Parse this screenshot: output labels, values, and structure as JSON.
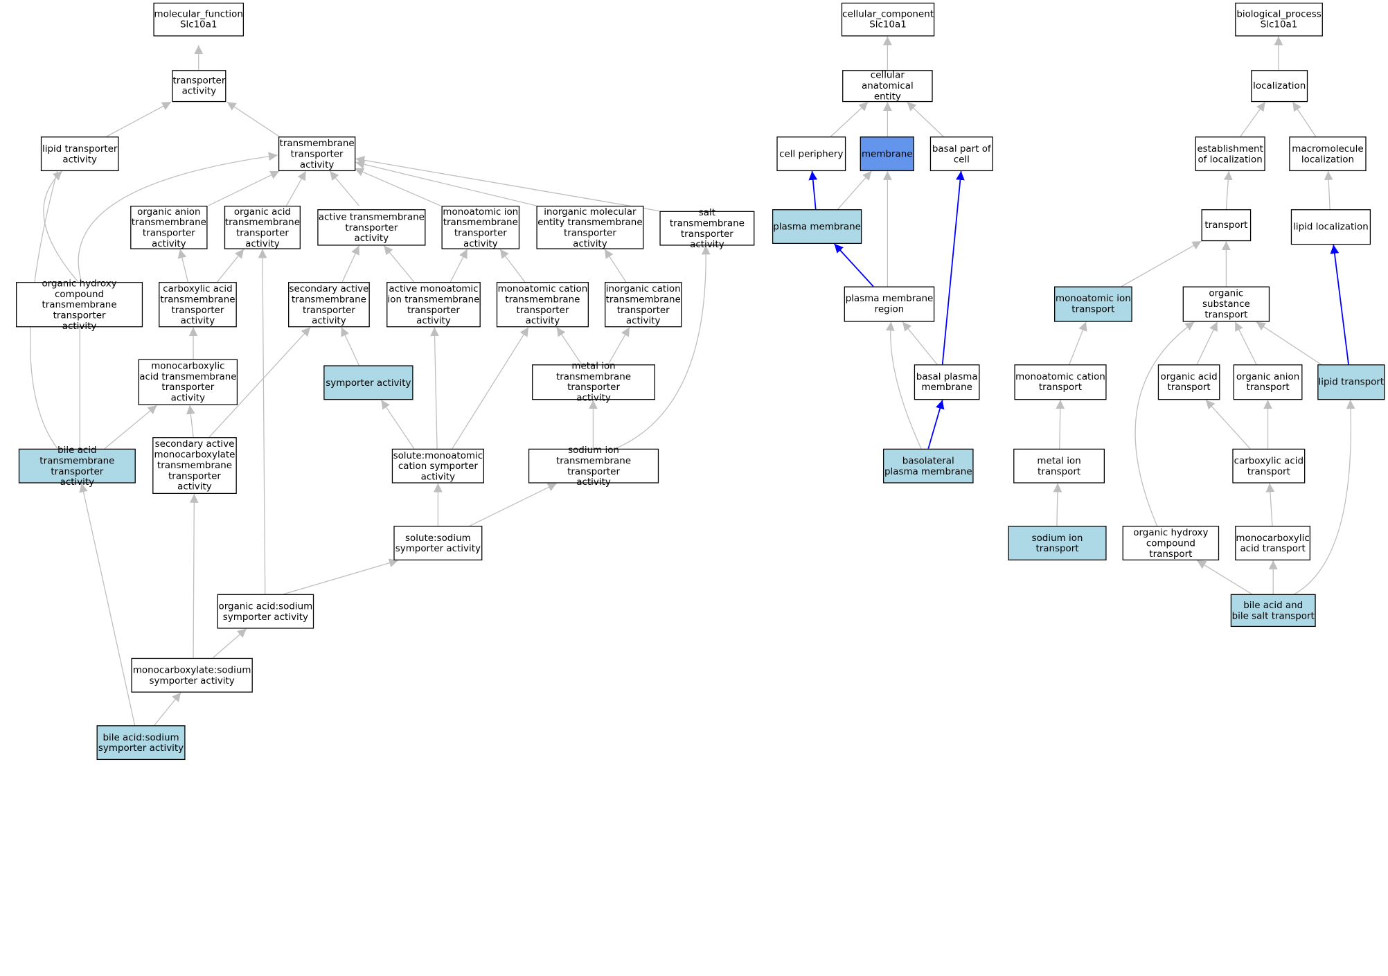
{
  "colors": {
    "default_fill": "#ffffff",
    "highlight_fill": "#add8e6",
    "selected_fill": "#6495ed",
    "edge": "#bebebe",
    "path_edge": "#0000ff",
    "border": "#000000"
  },
  "nodes": {
    "mf_root": {
      "label": "molecular_function\nSlc10a1"
    },
    "transporter_activity": {
      "label": "transporter\nactivity"
    },
    "lipid_transporter_activity": {
      "label": "lipid transporter\nactivity"
    },
    "tm_transporter_activity": {
      "label": "transmembrane\ntransporter\nactivity"
    },
    "organic_anion_tm": {
      "label": "organic anion\ntransmembrane\ntransporter\nactivity"
    },
    "organic_acid_tm": {
      "label": "organic acid\ntransmembrane\ntransporter\nactivity"
    },
    "active_tm": {
      "label": "active transmembrane\ntransporter\nactivity"
    },
    "monoatomic_ion_tm": {
      "label": "monoatomic ion\ntransmembrane\ntransporter\nactivity"
    },
    "inorganic_molecular_tm": {
      "label": "inorganic molecular\nentity transmembrane\ntransporter\nactivity"
    },
    "salt_tm": {
      "label": "salt transmembrane\ntransporter\nactivity"
    },
    "organic_hydroxy_tm": {
      "label": "organic hydroxy\ncompound transmembrane\ntransporter\nactivity"
    },
    "carboxylic_acid_tm": {
      "label": "carboxylic acid\ntransmembrane\ntransporter\nactivity"
    },
    "secondary_active_tm": {
      "label": "secondary active\ntransmembrane\ntransporter\nactivity"
    },
    "active_monoatomic_ion_tm": {
      "label": "active monoatomic\nion transmembrane\ntransporter\nactivity"
    },
    "monoatomic_cation_tm": {
      "label": "monoatomic cation\ntransmembrane\ntransporter\nactivity"
    },
    "inorganic_cation_tm": {
      "label": "inorganic cation\ntransmembrane\ntransporter\nactivity"
    },
    "monocarboxylic_acid_tm": {
      "label": "monocarboxylic\nacid transmembrane\ntransporter\nactivity"
    },
    "symporter_activity": {
      "label": "symporter activity"
    },
    "metal_ion_tm": {
      "label": "metal ion transmembrane\ntransporter\nactivity"
    },
    "bile_acid_tm": {
      "label": "bile acid transmembrane\ntransporter\nactivity"
    },
    "secondary_active_monocarboxylate": {
      "label": "secondary active\nmonocarboxylate\ntransmembrane\ntransporter\nactivity"
    },
    "solute_monoatomic_cation_symporter": {
      "label": "solute:monoatomic\ncation symporter\nactivity"
    },
    "sodium_ion_tm": {
      "label": "sodium ion transmembrane\ntransporter\nactivity"
    },
    "solute_sodium_symporter": {
      "label": "solute:sodium\nsymporter activity"
    },
    "organic_acid_sodium_symporter": {
      "label": "organic acid:sodium\nsymporter activity"
    },
    "monocarboxylate_sodium_symporter": {
      "label": "monocarboxylate:sodium\nsymporter activity"
    },
    "bile_acid_sodium_symporter": {
      "label": "bile acid:sodium\nsymporter activity"
    },
    "cc_root": {
      "label": "cellular_component\nSlc10a1"
    },
    "cellular_anatomical_entity": {
      "label": "cellular anatomical\nentity"
    },
    "cell_periphery": {
      "label": "cell periphery"
    },
    "membrane": {
      "label": "membrane"
    },
    "basal_part_of_cell": {
      "label": "basal part of\ncell"
    },
    "plasma_membrane": {
      "label": "plasma membrane"
    },
    "plasma_membrane_region": {
      "label": "plasma membrane\nregion"
    },
    "basal_plasma_membrane": {
      "label": "basal plasma\nmembrane"
    },
    "basolateral_plasma_membrane": {
      "label": "basolateral\nplasma membrane"
    },
    "bp_root": {
      "label": "biological_process\nSlc10a1"
    },
    "localization": {
      "label": "localization"
    },
    "establishment_of_localization": {
      "label": "establishment\nof localization"
    },
    "macromolecule_localization": {
      "label": "macromolecule\nlocalization"
    },
    "transport": {
      "label": "transport"
    },
    "lipid_localization": {
      "label": "lipid localization"
    },
    "monoatomic_ion_transport": {
      "label": "monoatomic ion\ntransport"
    },
    "organic_substance_transport": {
      "label": "organic substance\ntransport"
    },
    "monoatomic_cation_transport": {
      "label": "monoatomic cation\ntransport"
    },
    "organic_acid_transport": {
      "label": "organic acid\ntransport"
    },
    "organic_anion_transport": {
      "label": "organic anion\ntransport"
    },
    "lipid_transport": {
      "label": "lipid transport"
    },
    "metal_ion_transport": {
      "label": "metal ion transport"
    },
    "carboxylic_acid_transport": {
      "label": "carboxylic acid\ntransport"
    },
    "sodium_ion_transport": {
      "label": "sodium ion transport"
    },
    "organic_hydroxy_compound_transport": {
      "label": "organic hydroxy\ncompound transport"
    },
    "monocarboxylic_acid_transport": {
      "label": "monocarboxylic\nacid transport"
    },
    "bile_acid_and_bile_salt_transport": {
      "label": "bile acid and\nbile salt transport"
    }
  }
}
